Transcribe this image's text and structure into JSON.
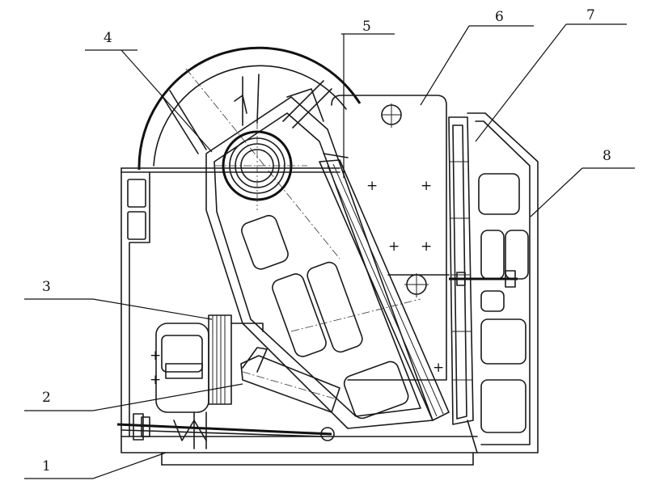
{
  "callouts": [
    {
      "id": "1",
      "text": "1"
    },
    {
      "id": "2",
      "text": "2"
    },
    {
      "id": "3",
      "text": "3"
    },
    {
      "id": "4",
      "text": "4"
    },
    {
      "id": "5",
      "text": "5"
    },
    {
      "id": "6",
      "text": "6"
    },
    {
      "id": "7",
      "text": "7"
    },
    {
      "id": "8",
      "text": "8"
    }
  ],
  "colors": {
    "ink": "#1a1a1a",
    "paper": "#ffffff"
  }
}
